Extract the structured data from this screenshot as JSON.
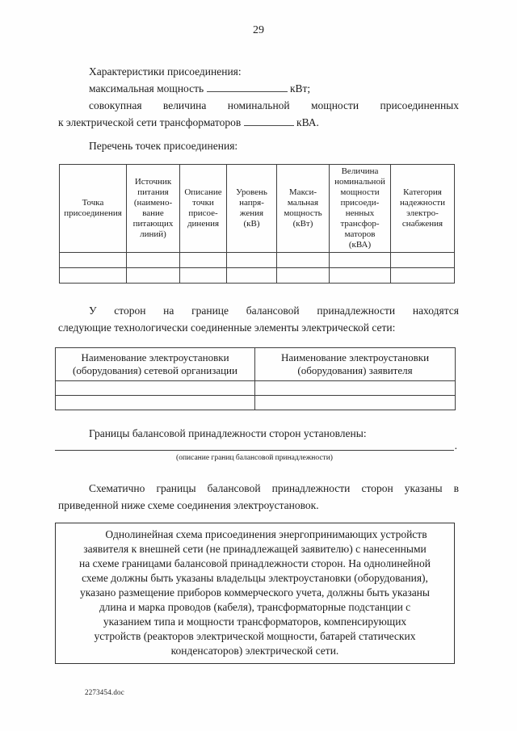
{
  "page": {
    "number": "29",
    "footer": "2273454.doc"
  },
  "intro": {
    "line1": "Характеристики присоединения:",
    "line2_pre": "максимальная мощность",
    "line2_post": "кВт;",
    "line3": "совокупная величина номинальной мощности присоединенных",
    "line4_pre": "к электрической сети трансформаторов",
    "line4_post": "кВА.",
    "list_title": "Перечень точек присоединения:"
  },
  "table1": {
    "headers": [
      "Точка\nприсоединения",
      "Источник\nпитания\n(наимено-\nвание\nпитающих\nлиний)",
      "Описание\nточки\nприсое-\nдинения",
      "Уровень\nнапря-\nжения\n(кВ)",
      "Макси-\nмальная\nмощность\n(кВт)",
      "Величина\nноминальной\nмощности\nприсоеди-\nненных\nтрансфор-\nматоров\n(кВА)",
      "Категория\nнадежности\nэлектро-\nснабжения"
    ]
  },
  "section2": {
    "line1": "У сторон на границе балансовой принадлежности находятся",
    "line2": "следующие технологически соединенные элементы электрической сети:"
  },
  "table2": {
    "headers": [
      "Наименование электроустановки\n(оборудования) сетевой организации",
      "Наименование электроустановки\n(оборудования) заявителя"
    ]
  },
  "section3": {
    "title": "Границы балансовой принадлежности сторон установлены:",
    "period": ".",
    "caption": "(описание границ балансовой принадлежности)"
  },
  "section4": {
    "line1": "Схематично границы балансовой принадлежности сторон указаны в",
    "line2": "приведенной ниже схеме соединения электроустановок."
  },
  "note_box": {
    "text": "Однолинейная схема присоединения энергопринимающих устройств\nзаявителя к внешней сети (не принадлежащей заявителю) с нанесенными\nна схеме границами балансовой принадлежности сторон. На однолинейной\nсхеме должны быть указаны владельцы электроустановки (оборудования),\nуказано размещение приборов коммерческого учета, должны быть указаны\nдлина и марка проводов (кабеля), трансформаторные подстанции с\nуказанием типа и мощности трансформаторов, компенсирующих\nустройств (реакторов электрической мощности, батарей статических\nконденсаторов) электрической сети."
  }
}
